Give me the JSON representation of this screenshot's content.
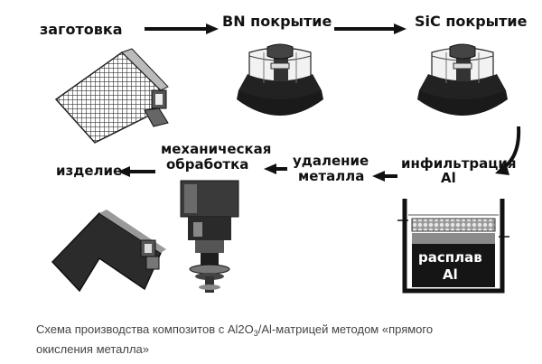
{
  "steps": {
    "s1": "заготовка",
    "s2": "BN покрытие",
    "s3": "SiC покрытие",
    "s4_line1": "инфильтрация",
    "s4_line2": "Al",
    "s5_line1": "удаление",
    "s5_line2": "металла",
    "s6_line1": "механическая",
    "s6_line2": "обработка",
    "s7": "изделие"
  },
  "crucible": {
    "line1": "расплав",
    "line2": "Al"
  },
  "caption": {
    "line1_a": "Схема производства композитов с Al2O",
    "line1_sub": "3",
    "line1_b": "/Al-матрицей методом «прямого",
    "line2": "окисления металла»"
  },
  "colors": {
    "ink": "#111111",
    "caption": "#444444",
    "gray": "#8a8a8a",
    "light": "#d8d8d8"
  }
}
